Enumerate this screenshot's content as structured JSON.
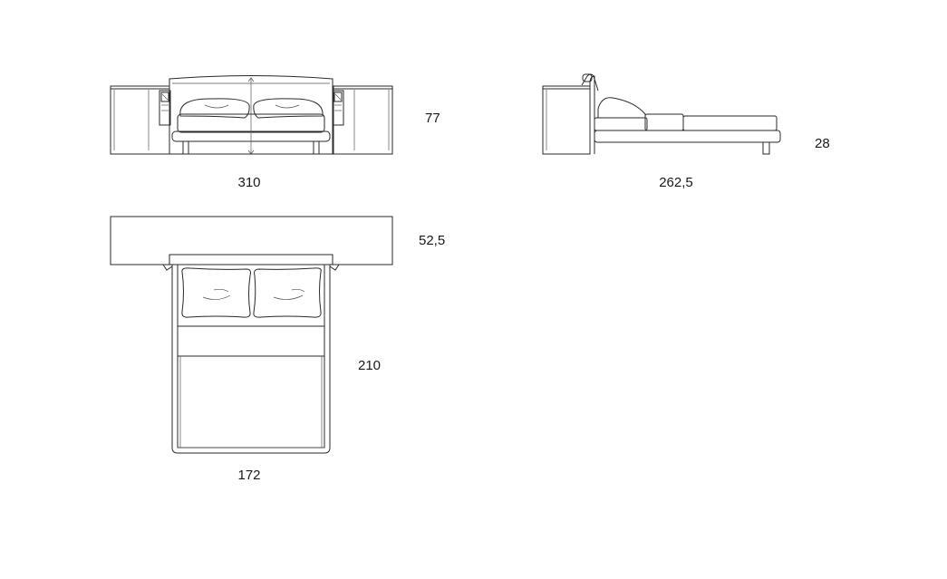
{
  "dimensions": {
    "front_width": "310",
    "front_height": "77",
    "side_length": "262,5",
    "side_height": "28",
    "plan_depth_unit": "52,5",
    "plan_length": "210",
    "plan_width": "172"
  },
  "colors": {
    "line": "#2a2a2a",
    "background": "#ffffff"
  }
}
